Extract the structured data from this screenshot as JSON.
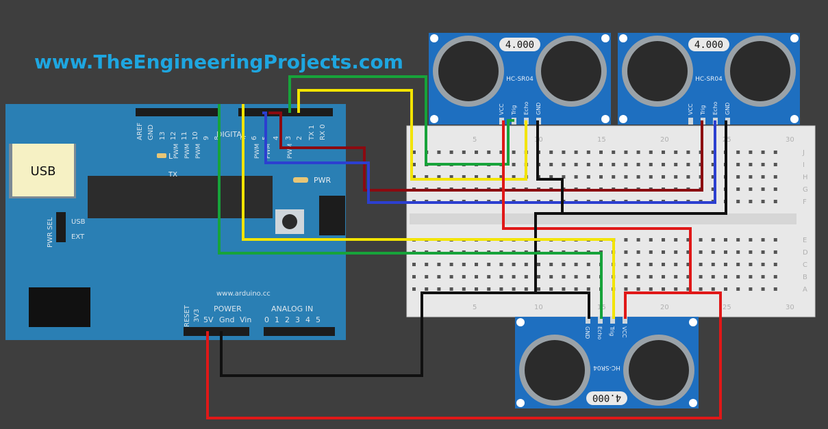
{
  "site_url": "www.TheEngineeringProjects.com",
  "arduino": {
    "usb_label": "USB",
    "digital_label": "DIGITAL",
    "digital_pins": [
      "AREF",
      "GND",
      "13",
      "12",
      "11",
      "10",
      "9",
      "8",
      "7",
      "6",
      "5",
      "4",
      "3",
      "2",
      "TX 1",
      "RX 0"
    ],
    "pwm_labels": [
      "PWM",
      "PWM",
      "PWM",
      "PWM",
      "PWM",
      "PWM"
    ],
    "led_l": "L",
    "led_tx": "TX",
    "pwr_led": "PWR",
    "pwr_sel": "PWR SEL",
    "usb_opt": "USB",
    "ext_opt": "EXT",
    "site": "www.arduino.cc",
    "power_label": "POWER",
    "analog_label": "ANALOG IN",
    "reset": "RESET",
    "power_pins": [
      "3V3",
      "5V",
      "Gnd",
      "Vin"
    ],
    "analog_pins": [
      "0",
      "1",
      "2",
      "3",
      "4",
      "5"
    ]
  },
  "sensors": [
    {
      "crystal": "4.000",
      "model": "HC-SR04",
      "pins": [
        "VCC",
        "Trig",
        "Echo",
        "GND"
      ]
    },
    {
      "crystal": "4.000",
      "model": "HC-SR04",
      "pins": [
        "VCC",
        "Trig",
        "Echo",
        "GND"
      ]
    },
    {
      "crystal": "4.000",
      "model": "HC-SR04",
      "pins": [
        "GND",
        "Echo",
        "Trig",
        "VCC"
      ]
    }
  ],
  "breadboard": {
    "col_numbers": [
      "5",
      "10",
      "15",
      "20",
      "25",
      "30"
    ],
    "row_letters_top": [
      "J",
      "I",
      "H",
      "G",
      "F"
    ],
    "row_letters_bottom": [
      "E",
      "D",
      "C",
      "B",
      "A"
    ]
  },
  "colors": {
    "background": "#3e3e3e",
    "arduino_board": "#2a7fb4",
    "sensor_board": "#1e6fc0",
    "breadboard": "#e8e8e8",
    "title": "#1ea6e0",
    "wire_red": "#e01818",
    "wire_black": "#101010",
    "wire_green": "#17a33a",
    "wire_yellow": "#f2e400",
    "wire_blue": "#2c3fd0",
    "wire_darkred": "#8b0a10"
  },
  "wires": [
    {
      "name": "green-top-echo",
      "color": "wire_green"
    },
    {
      "name": "yellow-top-trig",
      "color": "wire_yellow"
    },
    {
      "name": "darkred-right-trig",
      "color": "wire_darkred"
    },
    {
      "name": "blue-right-echo",
      "color": "wire_blue"
    },
    {
      "name": "red-5v",
      "color": "wire_red"
    },
    {
      "name": "black-gnd",
      "color": "wire_black"
    },
    {
      "name": "green-bottom-echo",
      "color": "wire_green"
    },
    {
      "name": "yellow-bottom-trig",
      "color": "wire_yellow"
    }
  ]
}
